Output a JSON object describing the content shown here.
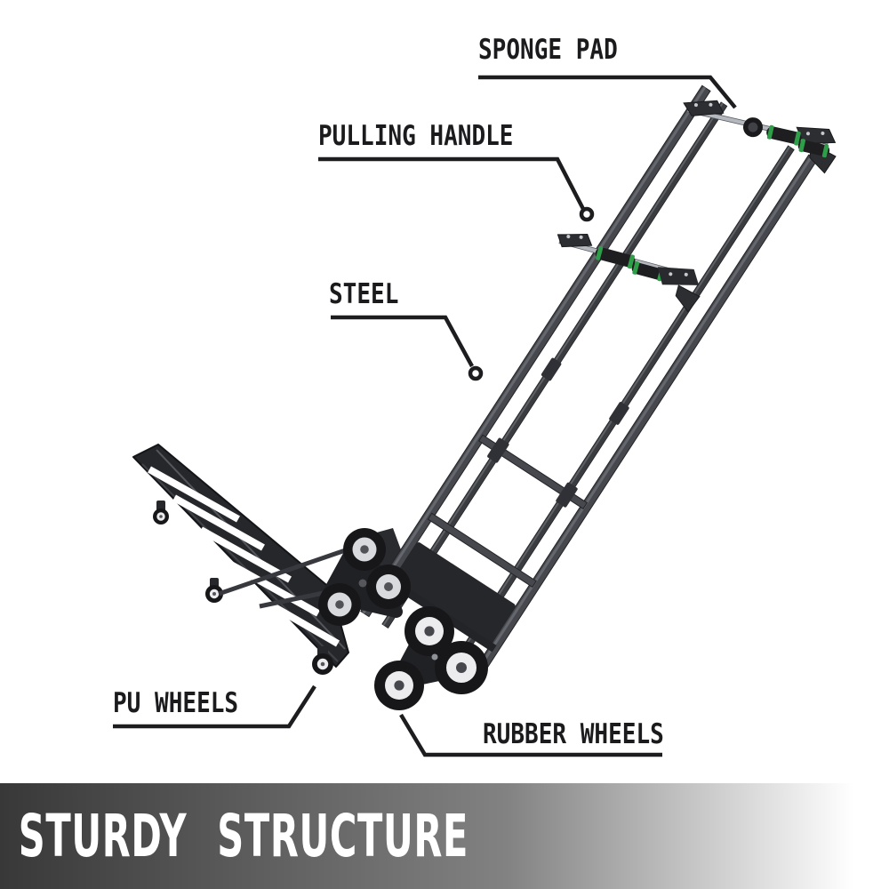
{
  "illustration": {
    "name": "stair-climbing-folding-hand-truck",
    "parts": [
      "sponge-pad-handle",
      "pulling-handle-folded",
      "steel-frame-rails",
      "folded-platform",
      "pu-caster-wheels",
      "rubber-tri-wheel-assemblies"
    ]
  },
  "callouts": {
    "sponge_pad": {
      "label": "SPONGE PAD"
    },
    "pulling_handle": {
      "label": "PULLING HANDLE"
    },
    "steel": {
      "label": "STEEL"
    },
    "pu_wheels": {
      "label": "PU WHEELS"
    },
    "rubber_wheels": {
      "label": "RUBBER WHEELS"
    }
  },
  "banner": {
    "text": "STURDY STRUCTURE"
  },
  "colors": {
    "background": "#ffffff",
    "label_text": "#1b1b1d",
    "leader_line": "#1d1d1f",
    "accent_green": "#2f9e49",
    "frame_dark": "#2c2d31",
    "frame_mid": "#46484d",
    "wheel_tire": "#17171a",
    "wheel_rim": "#ececef",
    "banner_left": "#383838",
    "banner_mid": "#828282",
    "banner_right": "#ffffff",
    "banner_text": "#ffffff"
  }
}
